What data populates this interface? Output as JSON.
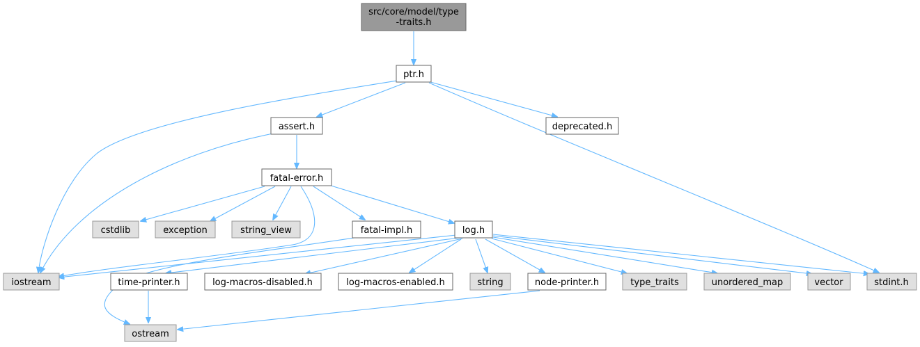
{
  "nodes": {
    "root": {
      "label_line1": "src/core/model/type",
      "label_line2": "-traits.h"
    },
    "ptr": {
      "label": "ptr.h"
    },
    "assert": {
      "label": "assert.h"
    },
    "deprecated": {
      "label": "deprecated.h"
    },
    "fatal_error": {
      "label": "fatal-error.h"
    },
    "cstdlib": {
      "label": "cstdlib"
    },
    "exception": {
      "label": "exception"
    },
    "string_view": {
      "label": "string_view"
    },
    "fatal_impl": {
      "label": "fatal-impl.h"
    },
    "log": {
      "label": "log.h"
    },
    "iostream": {
      "label": "iostream"
    },
    "time_printer": {
      "label": "time-printer.h"
    },
    "log_macros_disabled": {
      "label": "log-macros-disabled.h"
    },
    "log_macros_enabled": {
      "label": "log-macros-enabled.h"
    },
    "string": {
      "label": "string"
    },
    "node_printer": {
      "label": "node-printer.h"
    },
    "type_traits": {
      "label": "type_traits"
    },
    "unordered_map": {
      "label": "unordered_map"
    },
    "vector": {
      "label": "vector"
    },
    "stdint": {
      "label": "stdint.h"
    },
    "ostream": {
      "label": "ostream"
    }
  },
  "colors": {
    "edge": "#63b8ff",
    "root_fill": "#999999",
    "file_fill": "#ffffff",
    "system_fill": "#e0e0e0"
  }
}
